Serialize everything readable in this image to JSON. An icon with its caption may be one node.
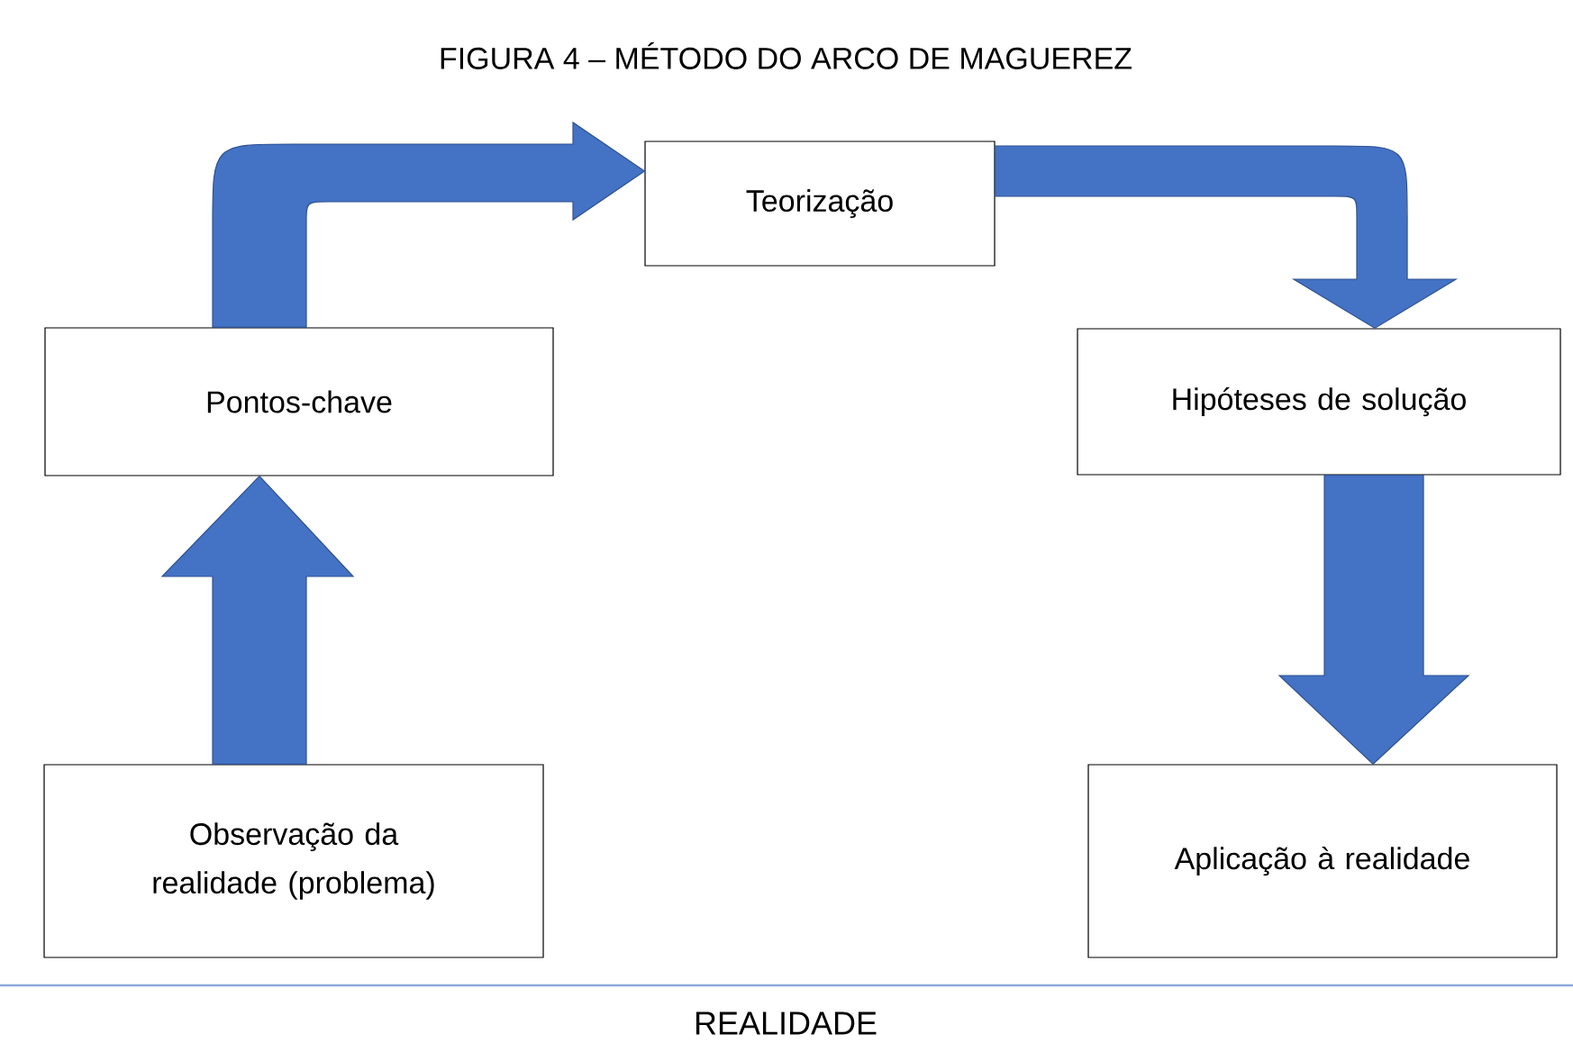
{
  "diagram": {
    "title": "FIGURA 4 – MÉTODO DO ARCO DE MAGUEREZ",
    "nodes": [
      {
        "text": [
          "Observação da realidade (problema)"
        ]
      },
      {
        "text": [
          "Pontos-chave"
        ]
      },
      {
        "text": [
          "Teorização"
        ]
      },
      {
        "text": [
          "Hipóteses de solução"
        ]
      },
      {
        "text": [
          "Aplicação à realidade"
        ]
      }
    ],
    "edges": [
      {
        "from": 0,
        "to": 1,
        "arrow": "to"
      },
      {
        "from": 1,
        "to": 2,
        "arrow": "to"
      },
      {
        "from": 2,
        "to": 3,
        "arrow": "to"
      },
      {
        "from": 3,
        "to": 4,
        "arrow": "to"
      }
    ],
    "labels": [
      "REALIDADE"
    ]
  }
}
